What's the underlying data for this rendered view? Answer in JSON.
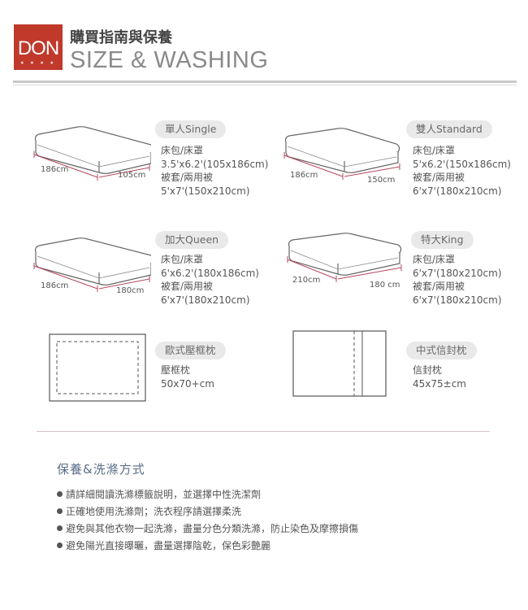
{
  "header": {
    "logo_text": "DON",
    "logo_dots": "● ● ● ●",
    "title_zh": "購買指南與保養",
    "title_en": "SIZE & WASHING"
  },
  "sizes": [
    {
      "tag": "單人Single",
      "length": "186cm",
      "width": "105cm",
      "lines": [
        "床包/床罩",
        "3.5'x6.2'(105x186cm)",
        "被套/兩用被",
        "5'x7'(150x210cm)"
      ]
    },
    {
      "tag": "雙人Standard",
      "length": "186cm",
      "width": "150cm",
      "lines": [
        "床包/床罩",
        "5'x6.2'(150x186cm)",
        "被套/兩用被",
        "6'x7'(180x210cm)"
      ]
    },
    {
      "tag": "加大Queen",
      "length": "186cm",
      "width": "180cm",
      "lines": [
        "床包/床罩",
        "6'x6.2'(180x186cm)",
        "被套/兩用被",
        "6'x7'(180x210cm)"
      ]
    },
    {
      "tag": "特大King",
      "length": "210cm",
      "width": "180 cm",
      "lines": [
        "床包/床罩",
        "6'x7'(180x210cm)",
        "被套/兩用被",
        "6'x7'(180x210cm)"
      ]
    }
  ],
  "pillows": [
    {
      "tag": "歐式壓框枕",
      "lines": [
        "壓框枕",
        "50x70+cm"
      ]
    },
    {
      "tag": "中式信封枕",
      "lines": [
        "信封枕",
        "45x75±cm"
      ]
    }
  ],
  "care": {
    "title": "保養&洗滌方式",
    "items": [
      "請詳細閱讀洗滌標籤說明，並選擇中性洗潔劑",
      "正確地使用洗滌劑；洗衣程序請選擇柔洗",
      "避免與其他衣物一起洗滌，盡量分色分類洗滌，防止染色及摩擦損傷",
      "避免陽光直接曝曬，盡量選擇陰乾，保色彩艷麗"
    ]
  },
  "colors": {
    "accent": "#c0392b",
    "dimension_line": "#b5475e",
    "care_title": "#5a6e8a"
  }
}
